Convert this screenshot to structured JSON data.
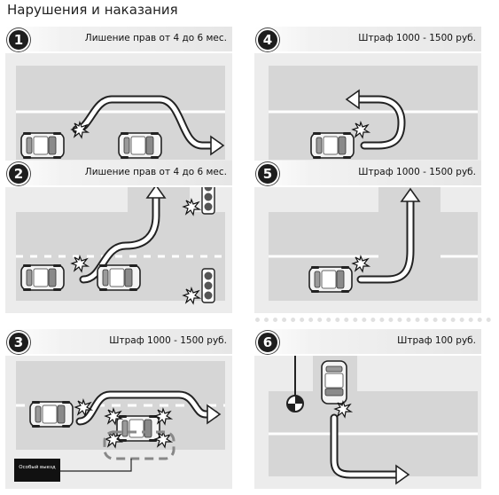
{
  "page": {
    "title": "Нарушения и наказания"
  },
  "panels": [
    {
      "number": "1",
      "penalty": "Лишение прав от 4 до 6 мес.",
      "scene": "overtake-return"
    },
    {
      "number": "2",
      "penalty": "Лишение прав от 4 до 6 мес.",
      "scene": "overtake-turn-left"
    },
    {
      "number": "3",
      "penalty": "Штраф 1000 - 1500 руб.",
      "scene": "overtake-convoy"
    },
    {
      "number": "4",
      "penalty": "Штраф 1000 - 1500 руб.",
      "scene": "u-turn"
    },
    {
      "number": "5",
      "penalty": "Штраф 1000 - 1500 руб.",
      "scene": "turn-left"
    },
    {
      "number": "6",
      "penalty": "Штраф 100 руб.",
      "scene": "one-way-exit"
    }
  ],
  "labels": {
    "convoy_sign": "Особый выезд"
  },
  "colors": {
    "road": "#d6d6d6",
    "bg": "#ececec",
    "lane": "#ffffff",
    "car": "#f4f4f4",
    "dark": "#2a2a2a"
  }
}
